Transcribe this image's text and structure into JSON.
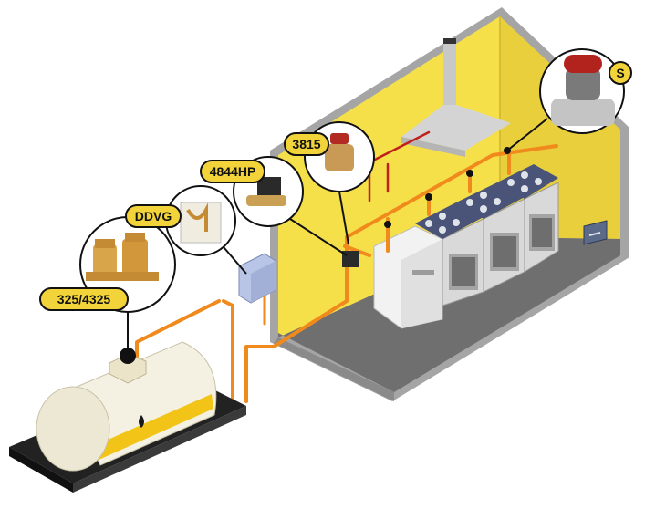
{
  "labels": {
    "valve_325": "325/4325",
    "ddvg": "DDVG",
    "solenoid": "4844HP",
    "valve_3815": "3815",
    "sensor_s": "S"
  },
  "colors": {
    "wall_yellow": "#f5e04a",
    "wall_shade": "#e2c83a",
    "floor": "#6b6b6b",
    "frame": "#9a9a9a",
    "gas_pipe": "#f08a1c",
    "red_pipe": "#c0201c",
    "tank": "#f4f1e2",
    "label_fill": "#f2d43a"
  },
  "icons": {
    "tank_drop": "fuel-drop-icon",
    "vent": "vent-icon"
  }
}
